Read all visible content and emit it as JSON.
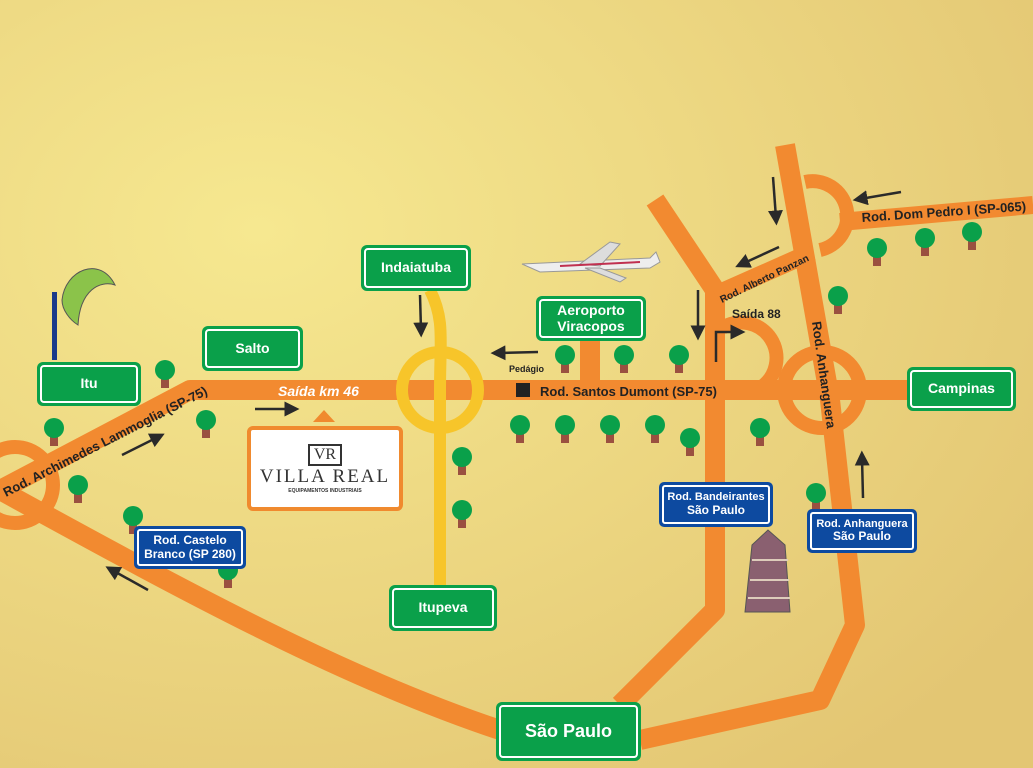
{
  "places": {
    "itu": "Itu",
    "salto": "Salto",
    "indaiatuba": "Indaiatuba",
    "aeroporto_l1": "Aeroporto",
    "aeroporto_l2": "Viracopos",
    "itupeva": "Itupeva",
    "campinas": "Campinas",
    "sao_paulo": "São Paulo"
  },
  "highway_signs": {
    "castelo_l1": "Rod. Castelo",
    "castelo_l2": "Branco (SP 280)",
    "bandeirantes_l1": "Rod. Bandeirantes",
    "bandeirantes_l2": "São Paulo",
    "anhanguera_l1": "Rod. Anhanguera",
    "anhanguera_l2": "São Paulo"
  },
  "road_labels": {
    "archimedes": "Rod. Archimedes Lammoglia (SP-75)",
    "saida46": "Saída km 46",
    "pedagio": "Pedágio",
    "santos_dumont": "Rod. Santos Dumont (SP-75)",
    "dom_pedro": "Rod. Dom Pedro I (SP-065)",
    "alberto_panzan": "Rod. Alberto Panzan",
    "saida88": "Saída 88",
    "anhanguera": "Rod. Anhanguera"
  },
  "logo": {
    "monogram": "VR",
    "name": "VILLA REAL",
    "tagline": "EQUIPAMENTOS INDUSTRIAIS"
  },
  "colors": {
    "bg": "#f3df86",
    "road": "#f28a30",
    "local_road": "#f7c52a",
    "green": "#0aa04a",
    "blue": "#0d4aa0"
  }
}
